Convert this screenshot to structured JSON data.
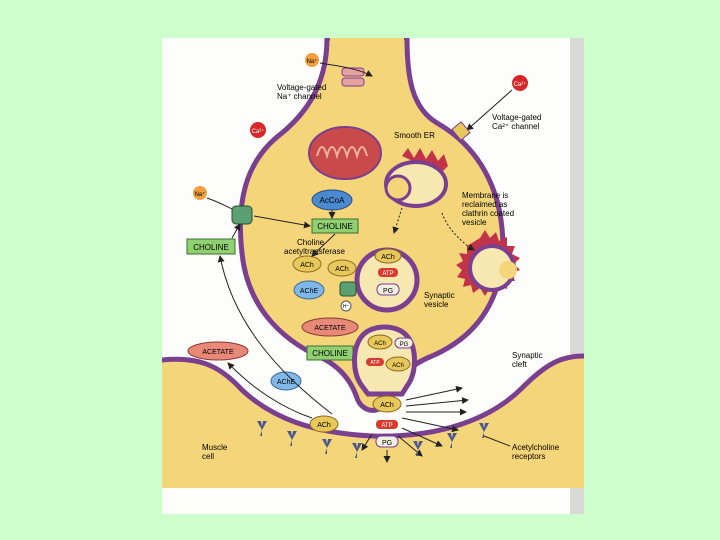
{
  "diagram": {
    "labels": {
      "na_ion": "Na⁺",
      "ca_ion": "Ca²⁺",
      "na_channel": [
        "Voltage-gated",
        "Na⁺ channel"
      ],
      "ca_channel": [
        "Voltage-gated",
        "Ca²⁺ channel"
      ],
      "smooth_er": "Smooth ER",
      "membrane_reclaimed": [
        "Membrane is",
        "reclaimed as",
        "clathrin coated",
        "vesicle"
      ],
      "choline_acetyltransferase": [
        "Choline",
        "acetyltransferase"
      ],
      "synaptic_vesicle": [
        "Synaptic",
        "vesicle"
      ],
      "synaptic_cleft": [
        "Synaptic",
        "cleft"
      ],
      "muscle_cell": [
        "Muscle",
        "cell"
      ],
      "acetylcholine_receptors": [
        "Acetylcholine",
        "receptors"
      ],
      "h_ion": "H⁺"
    },
    "molecules": {
      "acoa": "AcCoA",
      "choline": "CHOLINE",
      "ach": "ACh",
      "ache": "AChE",
      "acetate": "ACETATE",
      "atp": "ATP",
      "pg": "PG"
    },
    "colors": {
      "background": "#ccffcc",
      "cytoplasm": "#f5d57a",
      "membrane": "#7a3f8f",
      "choline_box": "#90d070",
      "ach_oval": "#e8c85a",
      "ache_oval": "#7fb8e6",
      "acetate_oval": "#e88878",
      "atp_red": "#d93a2f",
      "mitochondrion": "#c94a4a",
      "na_ion": "#f0a040",
      "ca_ion": "#d62828"
    }
  }
}
